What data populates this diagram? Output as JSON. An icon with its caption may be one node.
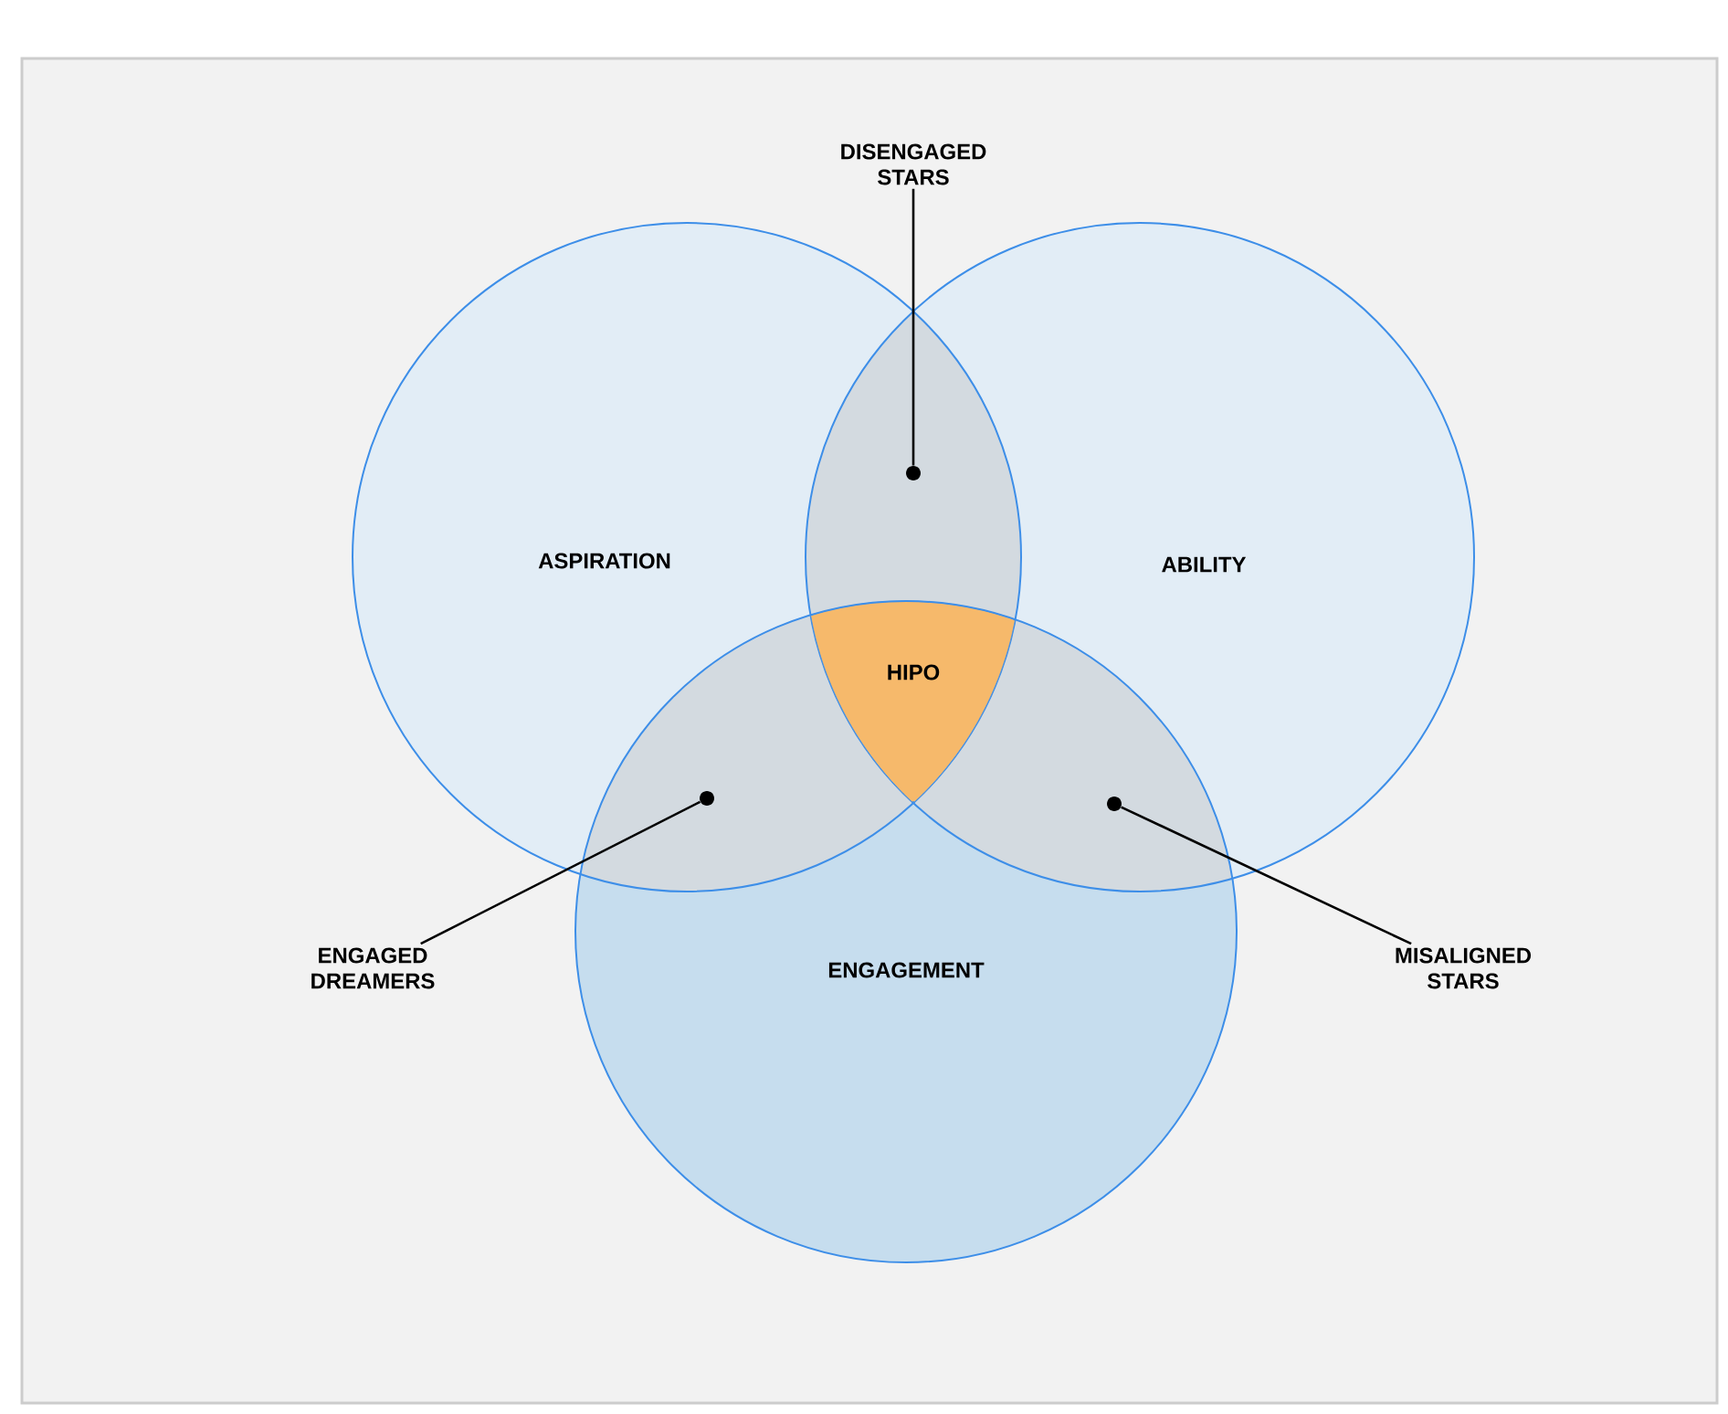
{
  "diagram": {
    "nodes": [
      {
        "text": [
          "ASPIRATION"
        ]
      },
      {
        "text": [
          "ABILITY"
        ]
      },
      {
        "text": [
          "HIPO"
        ]
      },
      {
        "text": [
          "ENGAGEMENT"
        ]
      },
      {
        "text": [
          "DISENGAGED STARS"
        ]
      },
      {
        "text": [
          "ENGAGED DREAMERS"
        ]
      },
      {
        "text": [
          "MISALIGNED STARS"
        ]
      },
      {
        "text": [],
        "shape": "circle"
      },
      {
        "text": [],
        "shape": "circle"
      },
      {
        "text": [],
        "shape": "circle"
      }
    ],
    "edges": [
      {
        "from": 4,
        "to": 8,
        "arrow": "none"
      },
      {
        "from": 5,
        "to": 7,
        "arrow": "none"
      },
      {
        "from": 6,
        "to": 9,
        "arrow": "none"
      }
    ]
  }
}
